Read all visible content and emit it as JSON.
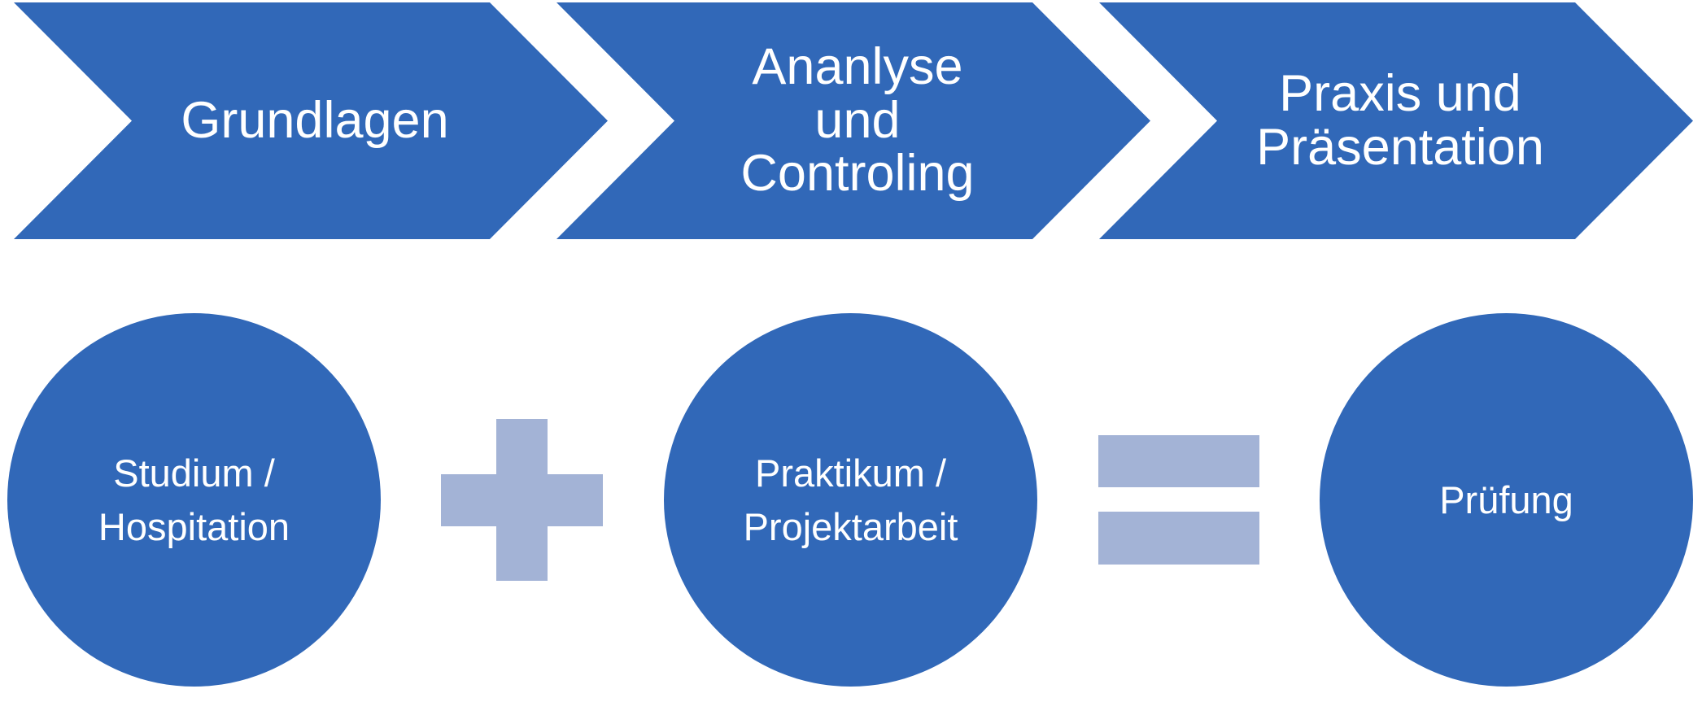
{
  "colors": {
    "primary_fill": "#3168b8",
    "operator_fill": "#a3b3d6",
    "text": "#ffffff",
    "background": "#ffffff"
  },
  "process_steps": [
    {
      "label": "Grundlagen"
    },
    {
      "label": "Ananlyse\nund\nControling"
    },
    {
      "label": "Praxis und\nPräsentation"
    }
  ],
  "equation": {
    "term1": "Studium /\nHospitation",
    "operator1": "plus-icon",
    "term2": "Praktikum /\nProjektarbeit",
    "operator2": "equals-icon",
    "result": "Prüfung"
  }
}
